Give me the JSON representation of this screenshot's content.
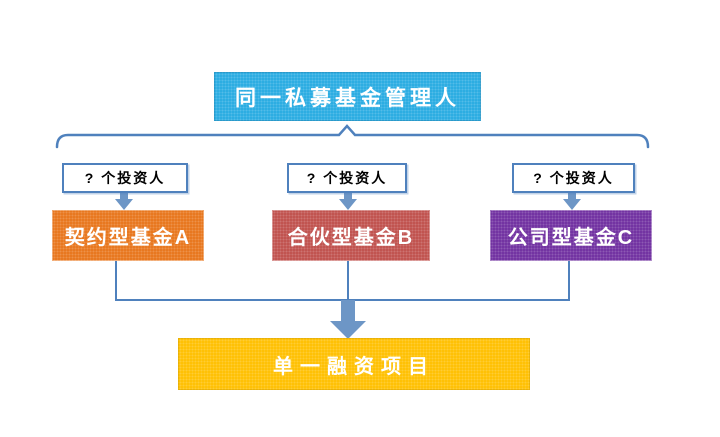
{
  "diagram": {
    "title_box": {
      "label": "同一私募基金管理人",
      "bg": "#29ABE2"
    },
    "investor_boxes": [
      {
        "label": "?  个投资人"
      },
      {
        "label": "?  个投资人"
      },
      {
        "label": "?  个投资人"
      }
    ],
    "fund_boxes": [
      {
        "label": "契约型基金A",
        "bg": "#E8751B"
      },
      {
        "label": "合伙型基金B",
        "bg": "#C0504D"
      },
      {
        "label": "公司型基金C",
        "bg": "#7030A0"
      }
    ],
    "bottom_box": {
      "label": "单一融资项目",
      "bg": "#FFC000"
    },
    "colors": {
      "connector": "#4F81BD",
      "arrow_fill": "#6D96C6",
      "arrow_edge": "#3A6EA5"
    }
  }
}
